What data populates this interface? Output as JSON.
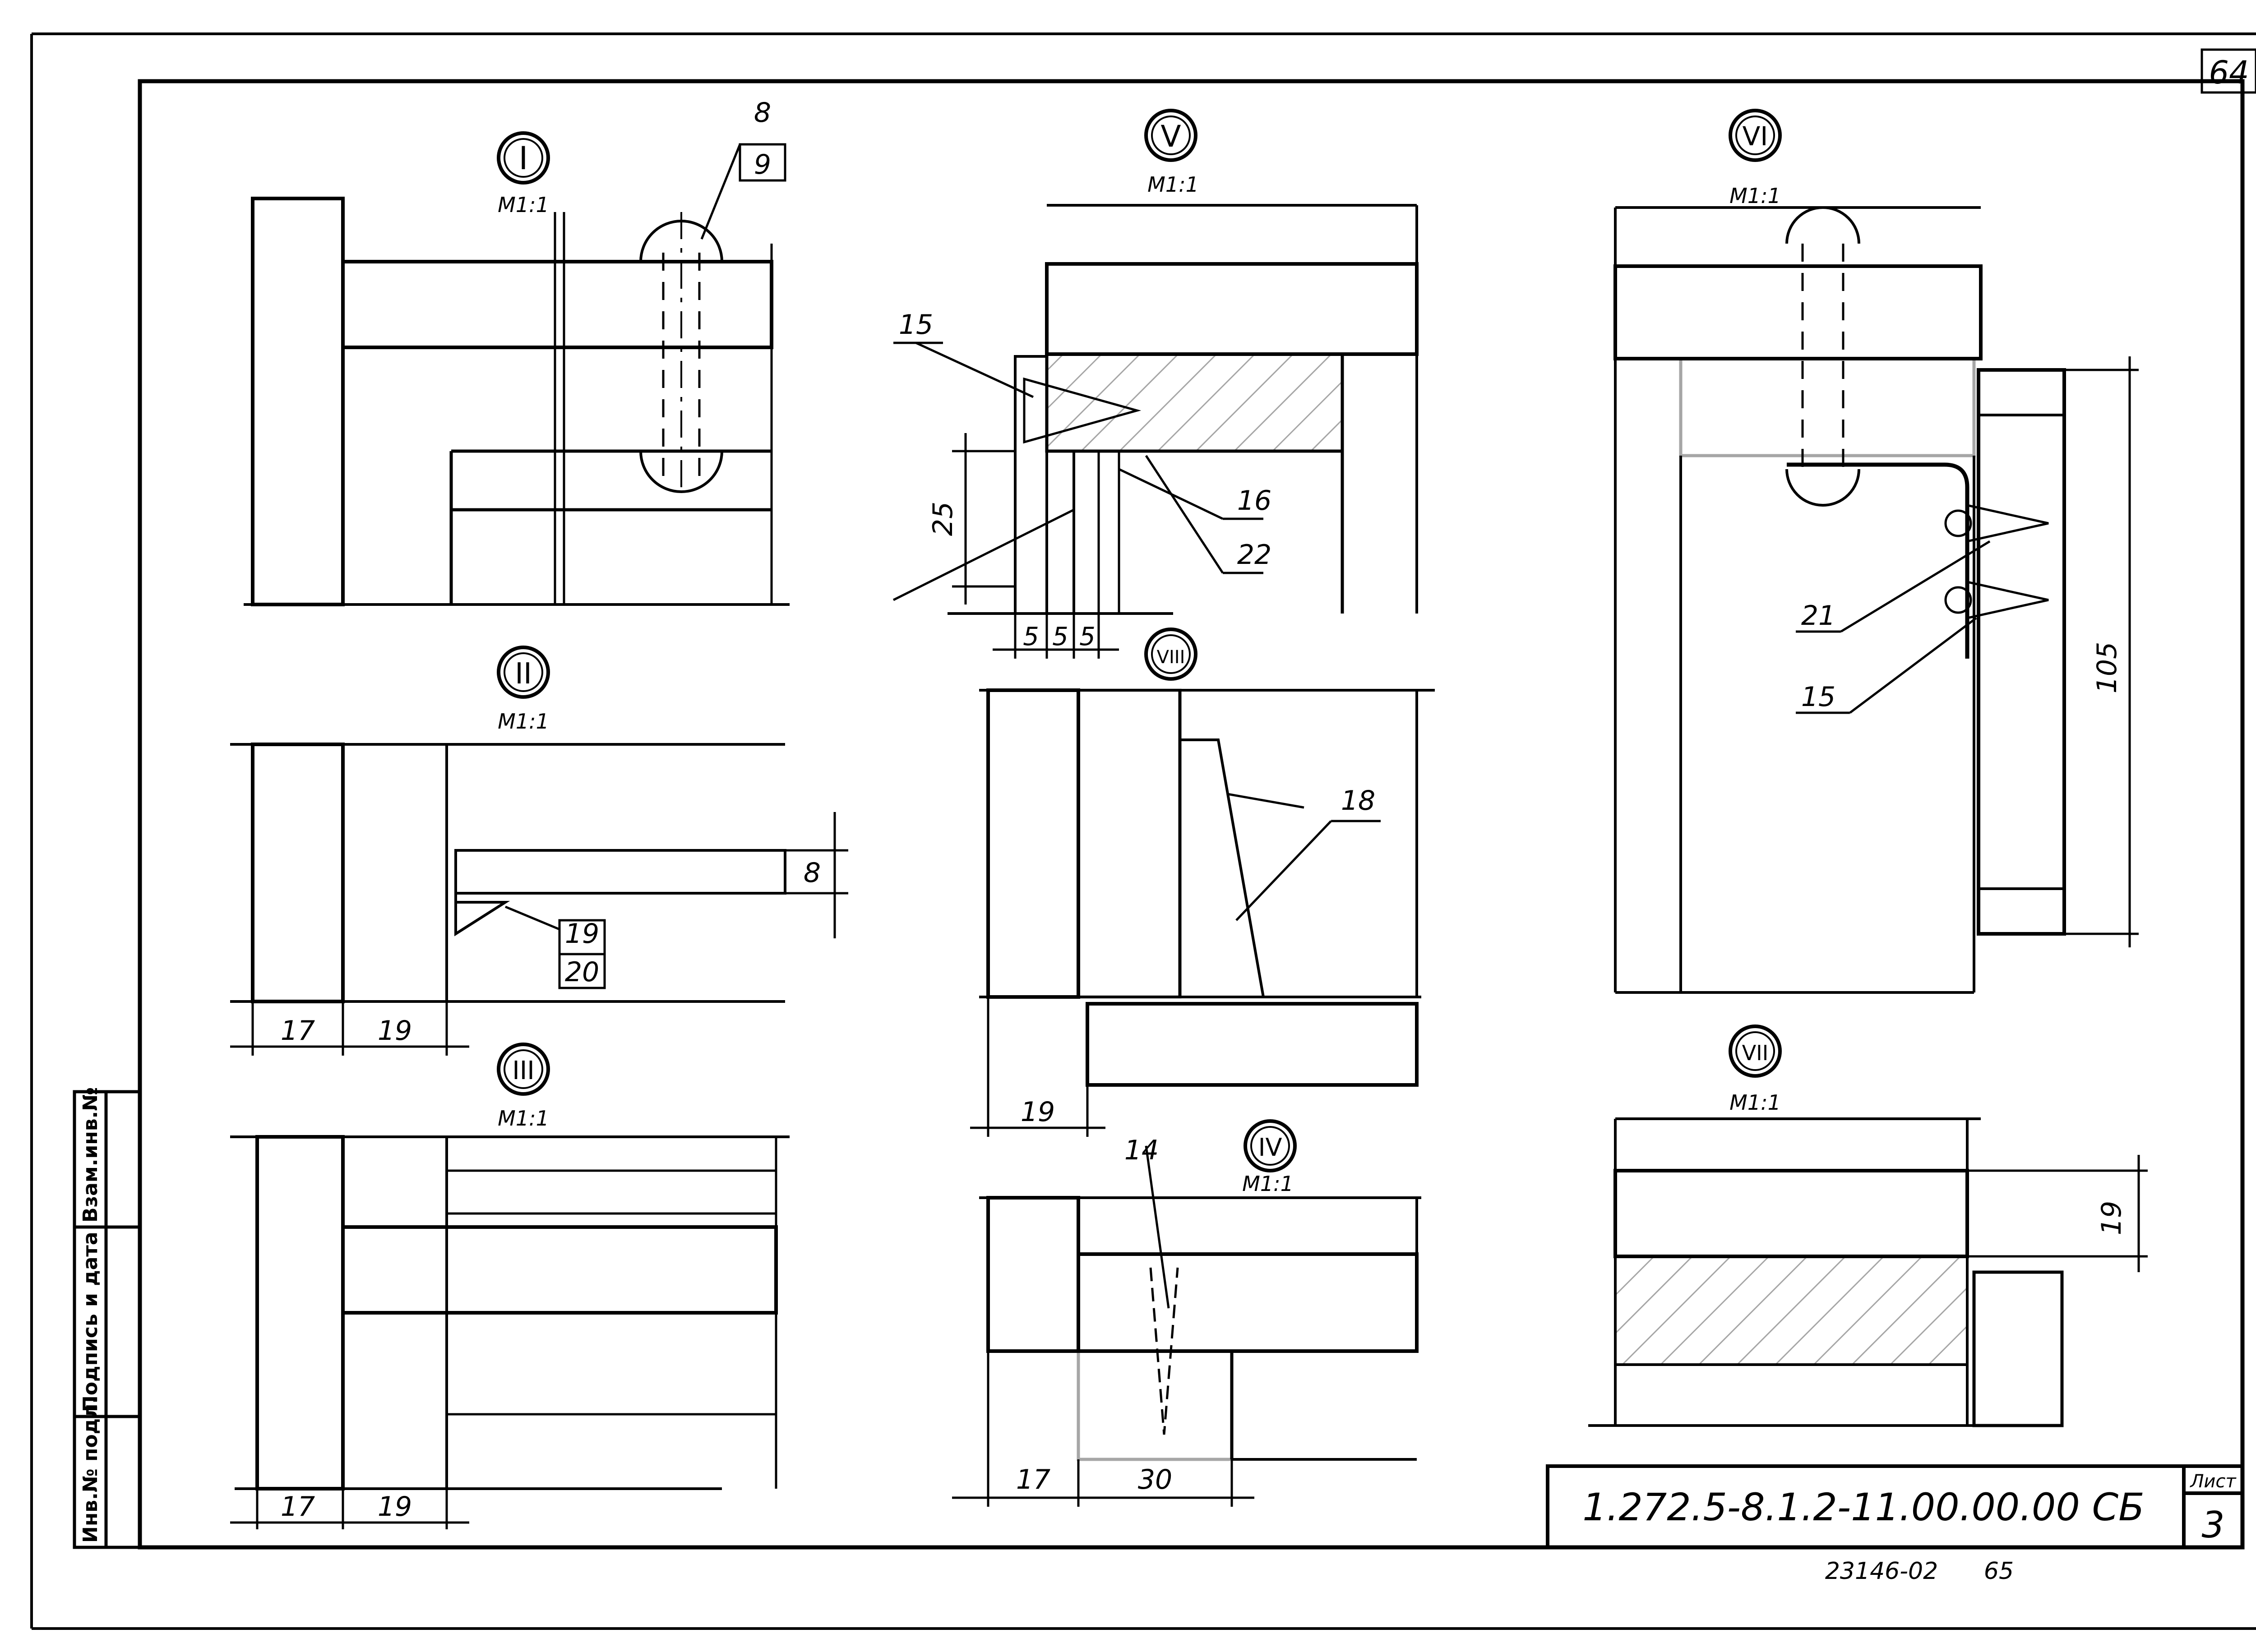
{
  "sheet": {
    "page_corner_number": "64",
    "document_code": "1.272.5-8.1.2-11.00.00.00 СБ",
    "sheet_label": "Лист",
    "sheet_number": "3",
    "order_number": "23146-02",
    "page_bottom_number": "65"
  },
  "side_stamp": {
    "inv_orig": "Инв.№ подл.",
    "sign_date": "Подпись и дата",
    "inv_replace": "Взам.инв.№"
  },
  "details": {
    "I": {
      "numeral": "I",
      "scale": "М1:1"
    },
    "II": {
      "numeral": "II",
      "scale": "М1:1"
    },
    "III": {
      "numeral": "III",
      "scale": "М1:1"
    },
    "IV": {
      "numeral": "IV",
      "scale": "М1:1"
    },
    "V": {
      "numeral": "V",
      "scale": "М1:1"
    },
    "VI": {
      "numeral": "VI",
      "scale": "М1:1"
    },
    "VII": {
      "numeral": "VII",
      "scale": "М1:1"
    },
    "VIII": {
      "numeral": "VIII"
    }
  },
  "callouts": {
    "c8": "8",
    "c9": "9",
    "c15a": "15",
    "c16": "16",
    "c22": "22",
    "c21": "21",
    "c15b": "15",
    "c18": "18",
    "c19": "19",
    "c20": "20",
    "c14": "14"
  },
  "dimensions": {
    "d25": "25",
    "d5a": "5",
    "d5b": "5",
    "d5c": "5",
    "d8": "8",
    "d17a": "17",
    "d19a": "19",
    "d17b": "17",
    "d19b": "19",
    "d19c": "19",
    "d17c": "17",
    "d30": "30",
    "d105": "105",
    "d19d": "19"
  }
}
